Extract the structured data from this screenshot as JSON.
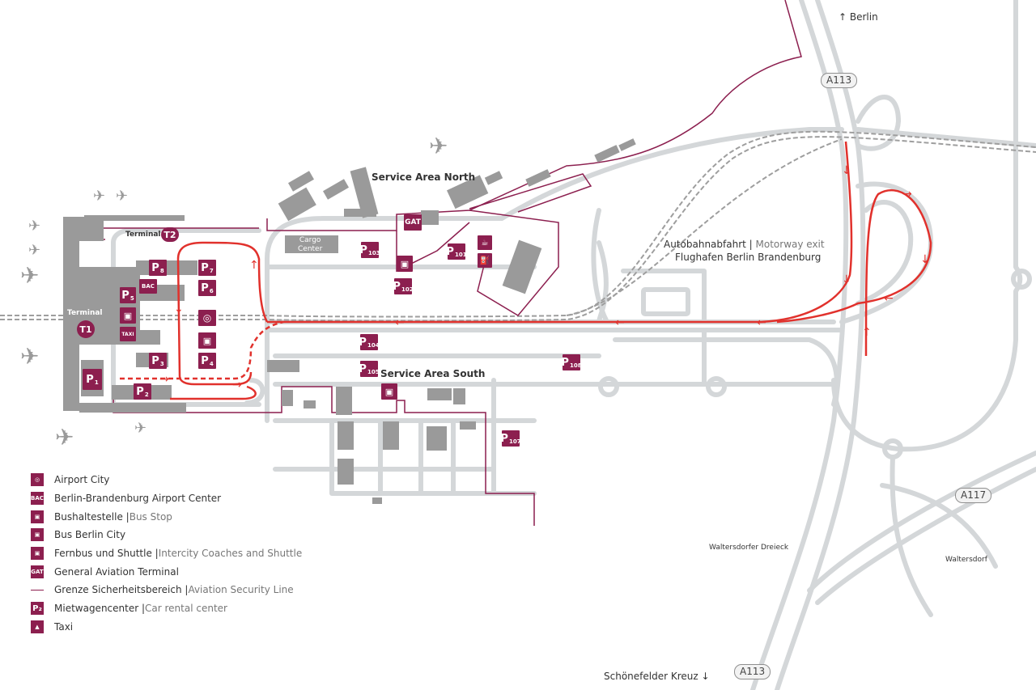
{
  "map": {
    "labels": {
      "berlin": "↑ Berlin",
      "a113_top": "A113",
      "a113_bottom": "A113",
      "a117": "A117",
      "service_area_north": "Service Area North",
      "service_area_south": "Service Area South",
      "cargo_center": "Cargo\nCenter",
      "terminal_t2": "Terminal",
      "terminal_t1": "Terminal",
      "t1": "T1",
      "t2": "T2",
      "gat": "GAT",
      "motorway_exit_line1_de": "Autobahnabfahrt",
      "motorway_exit_line1_sep": " | ",
      "motorway_exit_line1_en": "Motorway exit",
      "motorway_exit_line2": "Flughafen Berlin Brandenburg",
      "waltersdorfer_dreieck": "Waltersdorfer Dreieck",
      "waltersdorf": "Waltersdorf",
      "schoenefelder_kreuz": "Schönefelder Kreuz ↓"
    },
    "parking": [
      {
        "id": "P8",
        "main": "P",
        "sub": "8"
      },
      {
        "id": "P7",
        "main": "P",
        "sub": "7"
      },
      {
        "id": "P6",
        "main": "P",
        "sub": "6"
      },
      {
        "id": "P5",
        "main": "P",
        "sub": "5"
      },
      {
        "id": "P3",
        "main": "P",
        "sub": "3"
      },
      {
        "id": "P4",
        "main": "P",
        "sub": "4"
      },
      {
        "id": "P1",
        "main": "P",
        "sub": "1"
      },
      {
        "id": "P2",
        "main": "P",
        "sub": "2"
      },
      {
        "id": "P103",
        "main": "P",
        "sub": "103"
      },
      {
        "id": "P101",
        "main": "P",
        "sub": "101"
      },
      {
        "id": "P102",
        "main": "P",
        "sub": "102"
      },
      {
        "id": "P104",
        "main": "P",
        "sub": "104"
      },
      {
        "id": "P105",
        "main": "P",
        "sub": "105"
      },
      {
        "id": "P108",
        "main": "P",
        "sub": "108"
      },
      {
        "id": "P107",
        "main": "P",
        "sub": "107"
      }
    ],
    "bac_label": "BAC",
    "taxi_label": "TAXI",
    "colors": {
      "brand": "#8c1f4f",
      "road": "#d4d7d9",
      "building": "#9a9a9a",
      "route": "#e1312c"
    }
  },
  "legend": [
    {
      "icon": "airport-city-icon",
      "label": "Airport City",
      "sub": ""
    },
    {
      "icon": "bac-icon",
      "label": "Berlin-Brandenburg Airport Center",
      "sub": ""
    },
    {
      "icon": "bus-stop-icon",
      "label": "Bushaltestelle | ",
      "sub": "Bus Stop"
    },
    {
      "icon": "bus-berlin-city-icon",
      "label": "Bus Berlin City",
      "sub": ""
    },
    {
      "icon": "coach-icon",
      "label": "Fernbus und Shuttle | ",
      "sub": "Intercity Coaches and Shuttle"
    },
    {
      "icon": "gat-icon",
      "label": "General Aviation Terminal",
      "sub": ""
    },
    {
      "icon": "security-line-icon",
      "label": "Grenze Sicherheitsbereich | ",
      "sub": "Aviation Security Line"
    },
    {
      "icon": "car-rental-icon",
      "label": "Mietwagencenter | ",
      "sub": "Car rental center"
    },
    {
      "icon": "taxi-icon",
      "label": "Taxi",
      "sub": ""
    }
  ]
}
